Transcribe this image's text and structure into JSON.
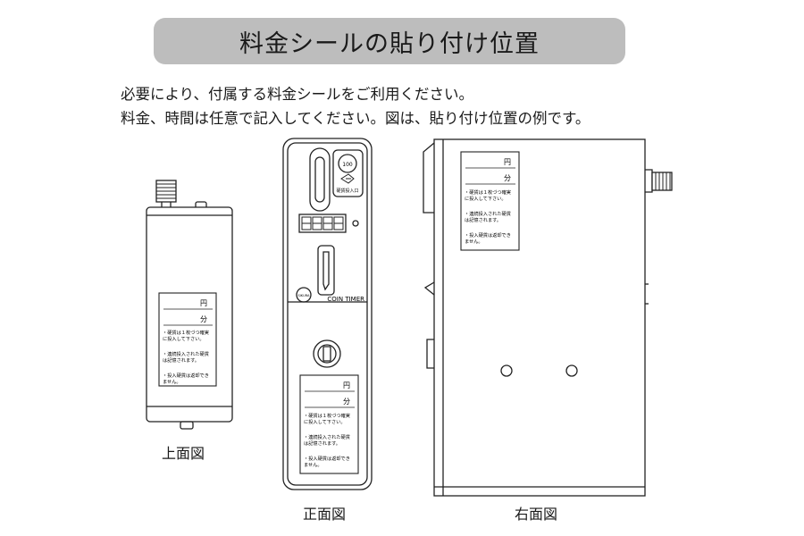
{
  "title": "料金シールの貼り付け位置",
  "intro": {
    "line1": "必要により、付属する料金シールをご利用ください。",
    "line2": "料金、時間は任意で記入してください。図は、貼り付け位置の例です。"
  },
  "sticker": {
    "yen": "円",
    "minutes": "分",
    "notes": [
      [
        "・硬貨は１枚づつ確実",
        "に投入して下さい。"
      ],
      [
        "・連続投入された硬貨",
        "は記憶されます。"
      ],
      [
        "・投入硬貨は返却でき",
        "ません。"
      ]
    ]
  },
  "device": {
    "coin_label": "100",
    "insert_label": "硬貨投入口",
    "brand": "SIKURA",
    "model": "COIN TIMER"
  },
  "captions": {
    "top_view": "上面図",
    "front_view": "正面図",
    "right_view": "右面図"
  }
}
